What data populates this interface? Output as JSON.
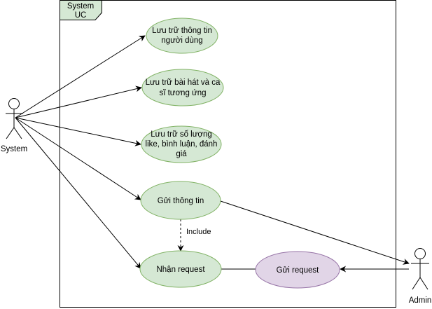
{
  "diagram": {
    "system_boundary": {
      "title_line1": "System",
      "title_line2": "UC"
    },
    "actors": {
      "system": {
        "label": "System"
      },
      "admin": {
        "label": "Admin"
      }
    },
    "use_cases": {
      "uc1": {
        "line1": "Lưu trữ thông tin",
        "line2": "người dùng"
      },
      "uc2": {
        "line1": "Lưu trữ bài hát và ca",
        "line2": "sĩ tương ứng"
      },
      "uc3": {
        "line1": "Lưu trữ số lượng",
        "line2": "like, bình luận, đánh",
        "line3": "giá"
      },
      "uc4": {
        "line1": "Gửi thông tin"
      },
      "uc5": {
        "line1": "Nhận request"
      },
      "uc6": {
        "line1": "Gửi request"
      }
    },
    "relations": {
      "include_label": "Include"
    },
    "colors": {
      "usecase_fill": "#d5e8d4",
      "usecase_stroke": "#82b366",
      "admin_usecase_fill": "#e1d5e7",
      "admin_usecase_stroke": "#9673a6",
      "line": "#000000"
    }
  }
}
